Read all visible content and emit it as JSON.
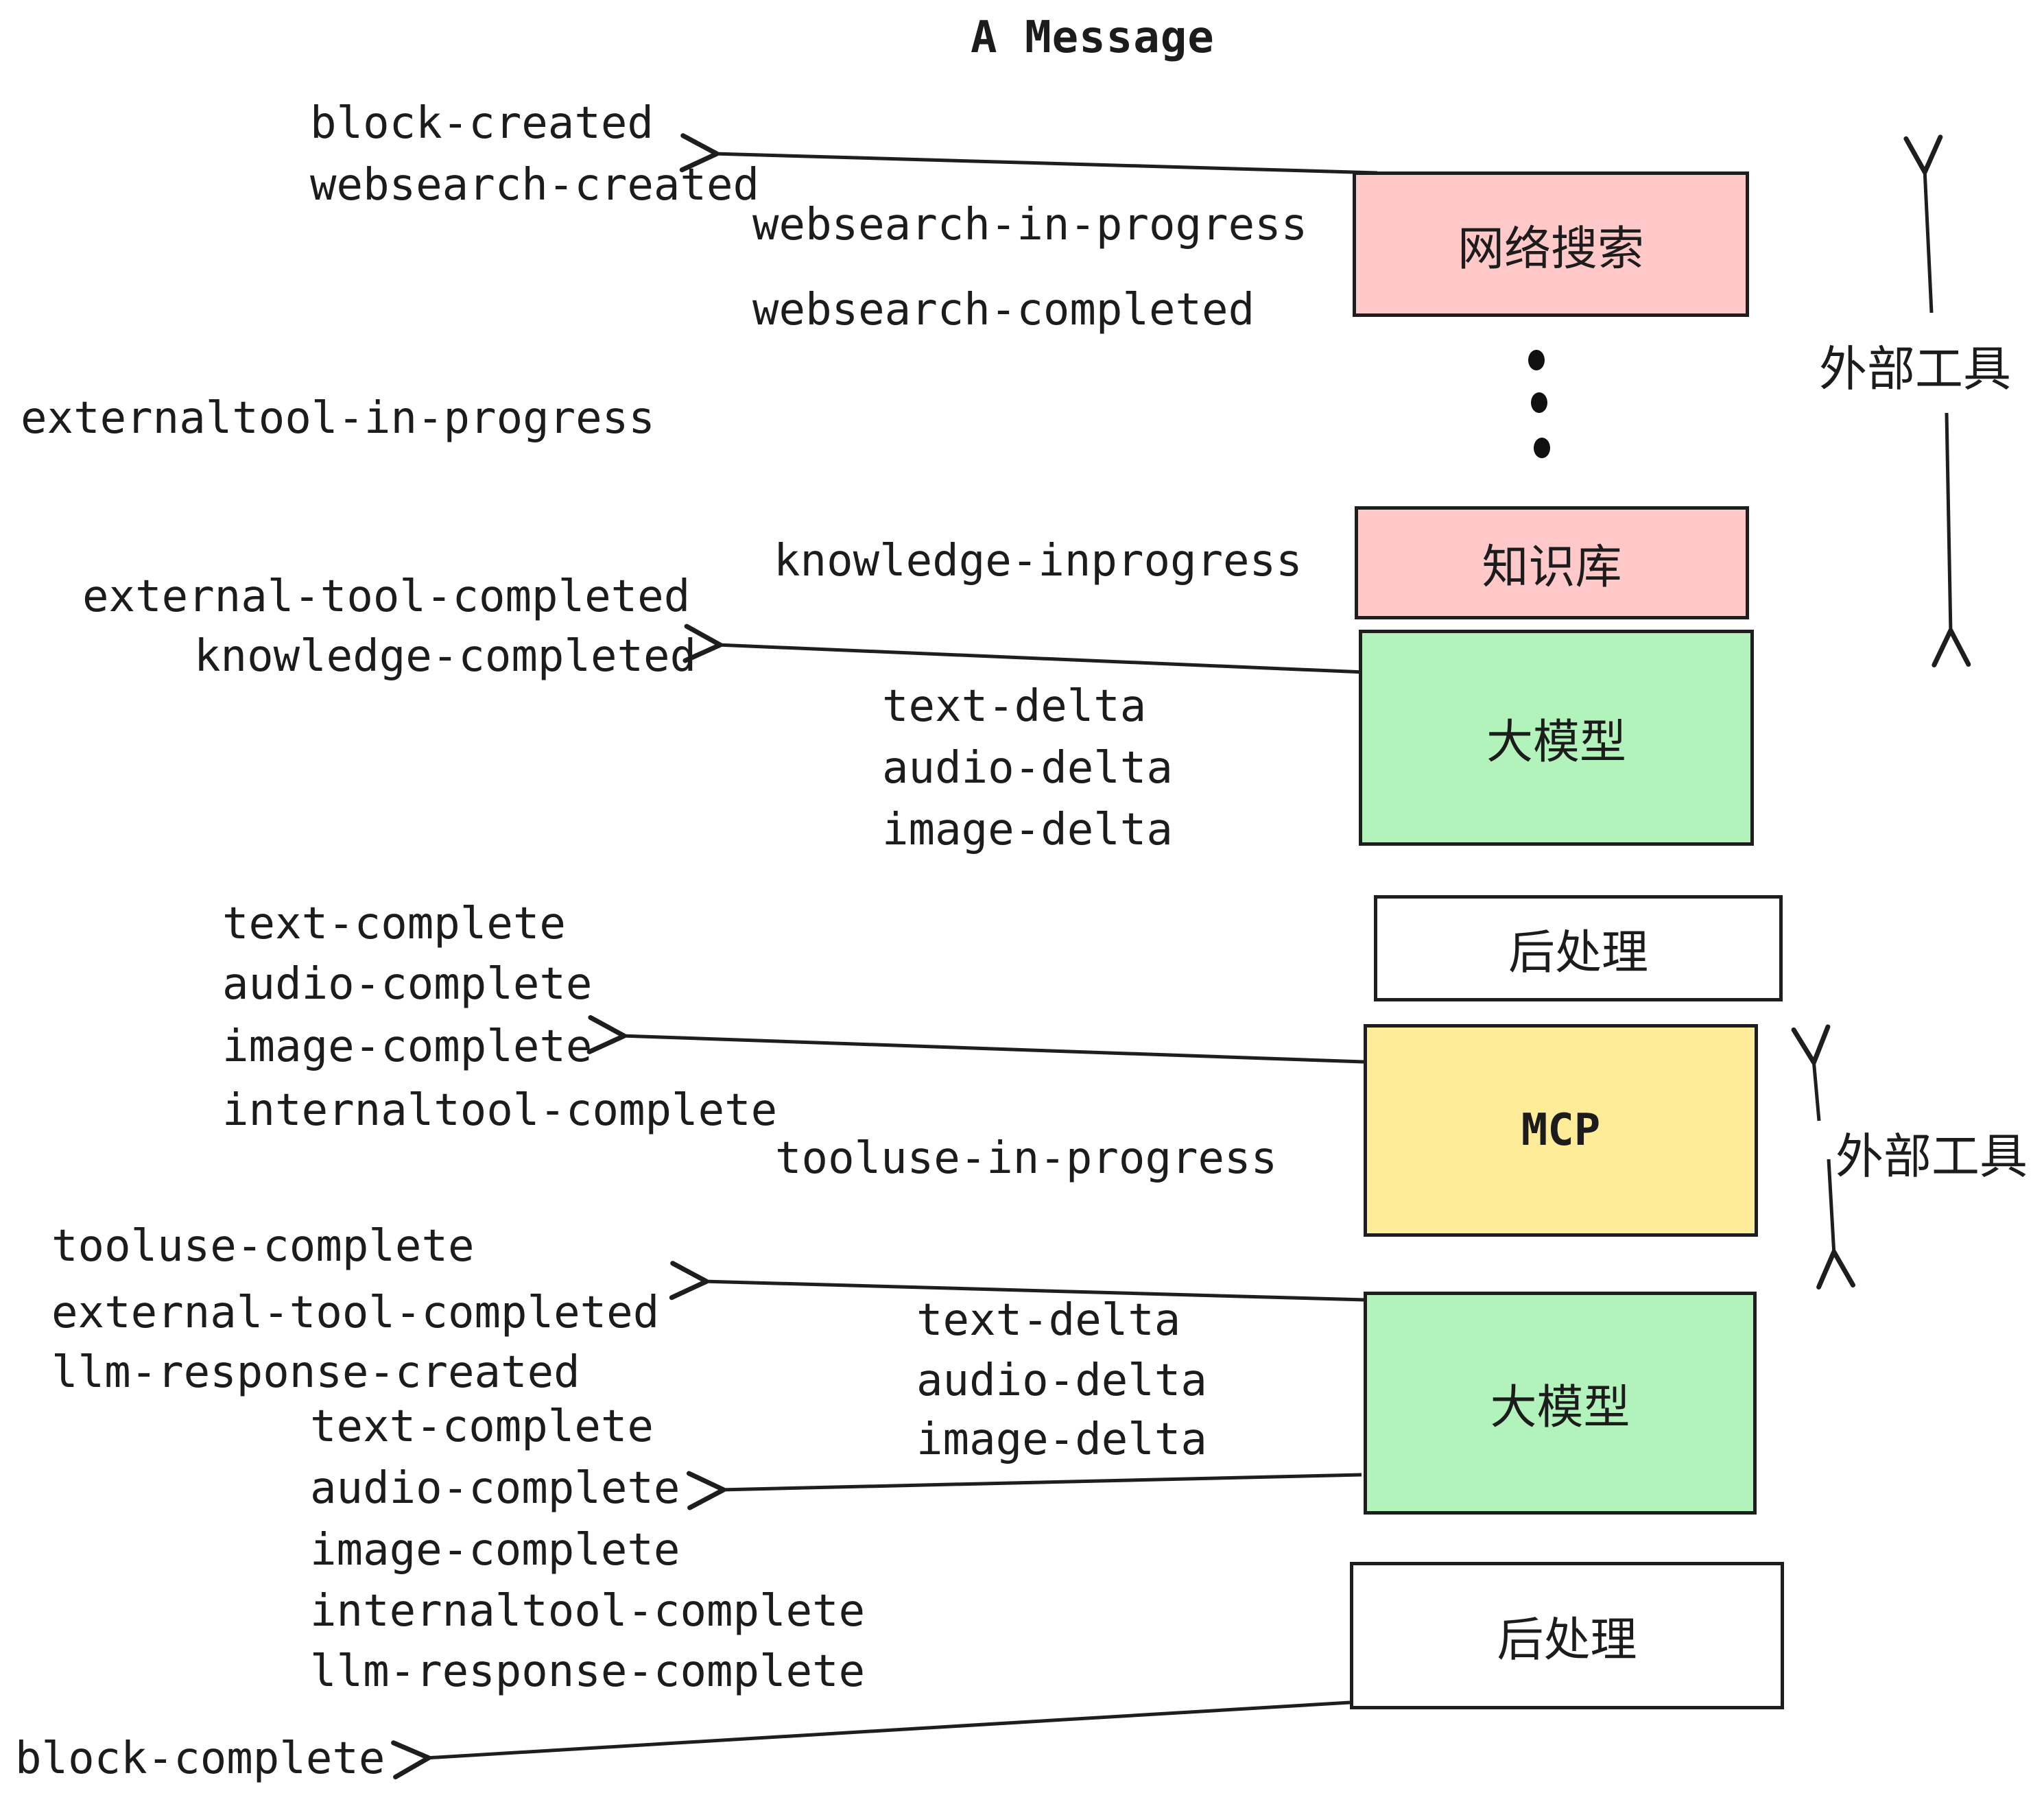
{
  "title": "A Message",
  "events": {
    "block_created": "block-created",
    "websearch_created": "websearch-created",
    "websearch_in_progress": "websearch-in-progress",
    "websearch_completed": "websearch-completed",
    "externaltool_in_progress": "externaltool-in-progress",
    "knowledge_inprogress": "knowledge-inprogress",
    "external_tool_completed": "external-tool-completed",
    "knowledge_completed": "knowledge-completed",
    "text_delta": "text-delta",
    "audio_delta": "audio-delta",
    "image_delta": "image-delta",
    "text_complete": "text-complete",
    "audio_complete": "audio-complete",
    "image_complete": "image-complete",
    "internaltool_complete": "internaltool-complete",
    "tooluse_in_progress": "tooluse-in-progress",
    "tooluse_complete": "tooluse-complete",
    "llm_response_created": "llm-response-created",
    "llm_response_complete": "llm-response-complete",
    "block_complete": "block-complete"
  },
  "boxes": {
    "websearch": {
      "label": "网络搜索",
      "fill": "#ffc9c9"
    },
    "knowledge": {
      "label": "知识库",
      "fill": "#ffc9c9"
    },
    "llm_top": {
      "label": "大模型",
      "fill": "#b2f2bb"
    },
    "post_top": {
      "label": "后处理",
      "fill": "#ffffff"
    },
    "mcp": {
      "label": "MCP",
      "fill": "#ffec99"
    },
    "llm_bottom": {
      "label": "大模型",
      "fill": "#b2f2bb"
    },
    "post_bottom": {
      "label": "后处理",
      "fill": "#ffffff"
    }
  },
  "side_labels": {
    "external_tools_top": "外部工具",
    "external_tools_bottom": "外部工具"
  },
  "colors": {
    "ink": "#1e1e1e",
    "pink": "#ffc9c9",
    "green": "#b2f2bb",
    "yellow": "#ffec99",
    "white": "#ffffff"
  }
}
